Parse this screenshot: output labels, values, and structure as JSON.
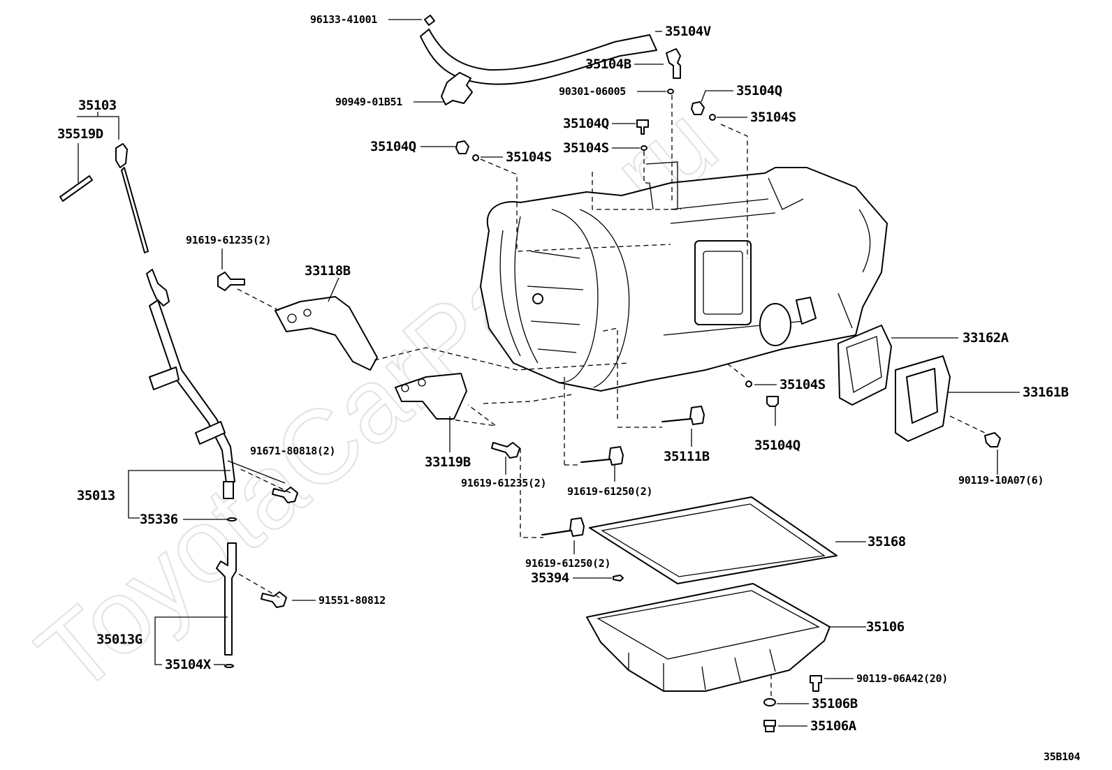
{
  "watermark": "ToyotaCarPartz.ru",
  "diagram_code": "35B104",
  "labels": {
    "p96133_41001": "96133-41001",
    "p35104V": "35104V",
    "p35104B": "35104B",
    "p90949_01B51": "90949-01B51",
    "p90301_06005": "90301-06005",
    "p35104Q_a": "35104Q",
    "p35104S_a": "35104S",
    "p35104Q_b": "35104Q",
    "p35104S_b": "35104S",
    "p35104Q_c": "35104Q",
    "p35104S_c": "35104S",
    "p35103": "35103",
    "p35519D": "35519D",
    "p91619_61235_a": "91619-61235(2)",
    "p33118B": "33118B",
    "p33162A": "33162A",
    "p35104S_d": "35104S",
    "p33161B": "33161B",
    "p35104Q_d": "35104Q",
    "p35111B": "35111B",
    "p91671_80818": "91671-80818(2)",
    "p33119B": "33119B",
    "p91619_61235_b": "91619-61235(2)",
    "p91619_61250_a": "91619-61250(2)",
    "p90119_10A07": "90119-10A07(6)",
    "p35013": "35013",
    "p35336": "35336",
    "p35168": "35168",
    "p91619_61250_b": "91619-61250(2)",
    "p35394": "35394",
    "p91551_80812": "91551-80812",
    "p35106": "35106",
    "p35013G": "35013G",
    "p35104X": "35104X",
    "p90119_06A42": "90119-06A42(20)",
    "p35106B": "35106B",
    "p35106A": "35106A"
  }
}
